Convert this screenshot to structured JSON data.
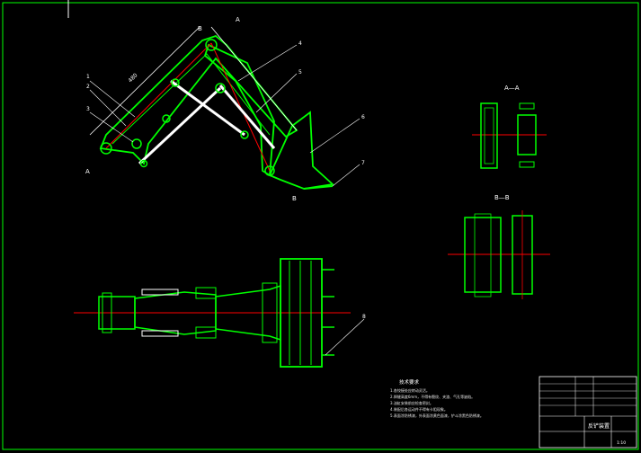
{
  "drawing": {
    "section_labels": {
      "a_top": "A",
      "a_bottom": "A",
      "b_top": "B",
      "b_bottom": "B",
      "view_aa": "A—A",
      "view_bb": "B—B"
    },
    "part_numbers": [
      "1",
      "2",
      "3",
      "4",
      "5",
      "6",
      "7",
      "8"
    ],
    "dimension_text": "480",
    "notes": {
      "title": "技术要求",
      "lines": [
        "1.各铰接处应转动灵活。",
        "2.焊缝高度6mm，不得有裂纹、夹渣、气孔等缺陷。",
        "3.油缸安装前应检查密封。",
        "4.装配后各运动件不得有卡阻现象。",
        "5.表面涂防锈漆，外表面涂黄色面漆，铲斗涂黑色防锈漆。"
      ]
    },
    "title_block": {
      "drawing_name": "反铲装置",
      "scale_label": "1:10"
    }
  },
  "colors": {
    "background": "#000000",
    "frame": "#00ff00",
    "part": "#00ff00",
    "centerline": "#ff0000",
    "cylinder": "#ffffff",
    "leader": "#ffffff"
  }
}
